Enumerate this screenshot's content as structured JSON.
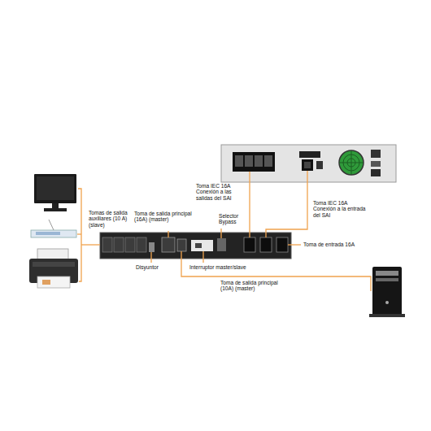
{
  "diagram": {
    "labels": [
      "Toma IEC 16A Conexión a las salidas del SAI",
      "Toma de salida principal (16A) (master)",
      "Toma IEC 16A Conexión a la entrada del SAI",
      "Selector Bypass",
      "Tomas de salida auxiliares (10 A) (slave)",
      "Toma de entrada 16A",
      "Disyuntor",
      "Interruptor master/slave",
      "Toma de salida principal (10A) (master)"
    ]
  }
}
